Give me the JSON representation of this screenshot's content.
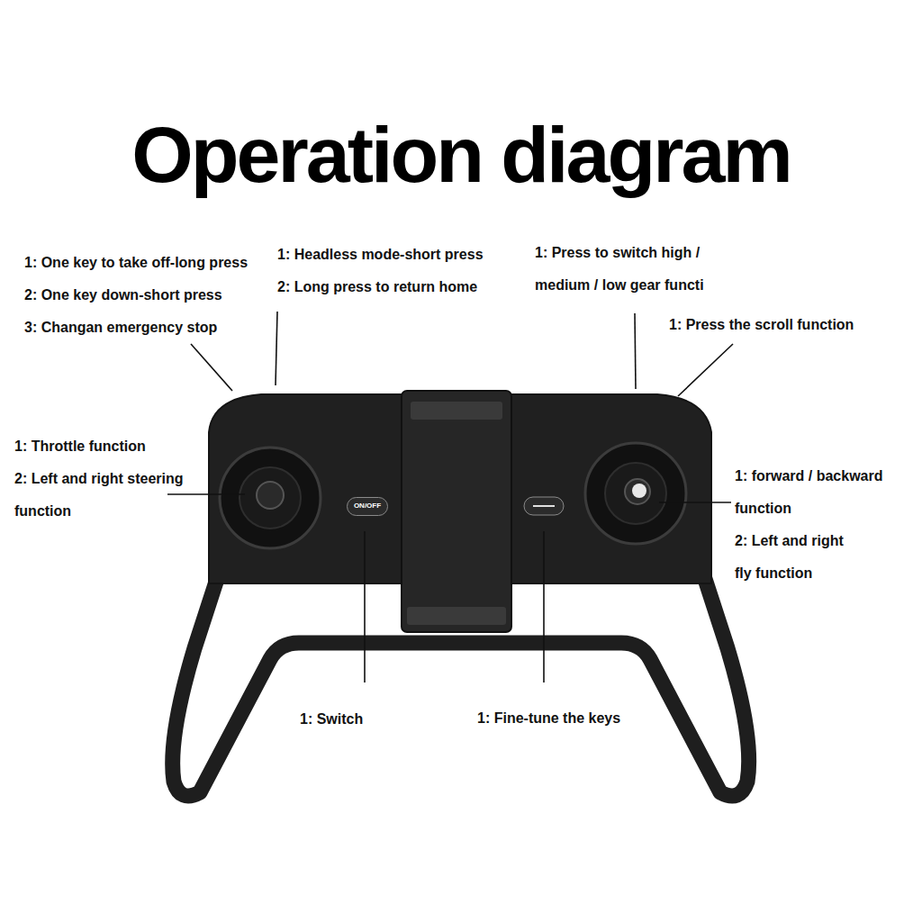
{
  "diagram": {
    "title": "Operation diagram",
    "nodes": [
      {
        "text": [
          "ON/OFF"
        ]
      }
    ],
    "labels": [
      "1: One key to take off-long press",
      "2: One key down-short press",
      "3: Changan emergency stop",
      "1: Headless mode-short press",
      "2: Long press to return home",
      "1: Press to switch high / medium / low gear functi",
      "1: Press the scroll function",
      "1: Throttle function",
      "2: Left and right steering function",
      "1: forward / backward function",
      "2: Left and right fly function",
      "1: Switch",
      "1: Fine-tune the keys"
    ]
  }
}
